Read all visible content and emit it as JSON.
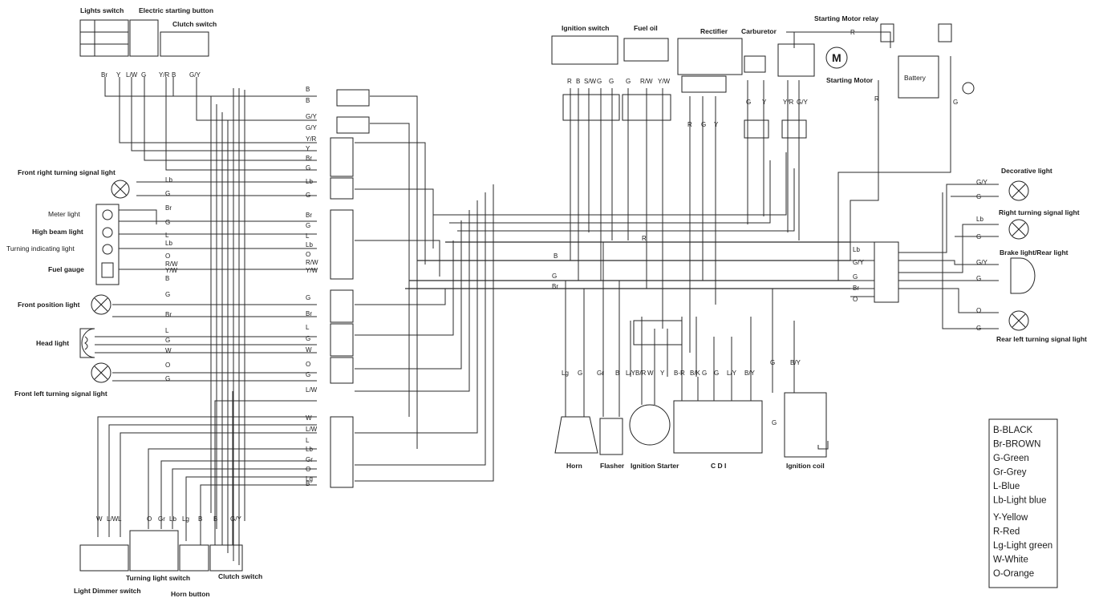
{
  "components": {
    "lights_switch": "Lights switch",
    "electric_starting_button": "Electric starting button",
    "clutch_switch_top": "Clutch switch",
    "ignition_switch": "Ignition switch",
    "fuel_oil": "Fuel oil",
    "rectifier": "Rectifier",
    "carburetor": "Carburetor",
    "starting_motor_relay": "Starting Motor relay",
    "starting_motor": "Starting Motor",
    "battery": "Battery",
    "front_right_turning_signal": "Front right turning signal light",
    "meter_light": "Meter light",
    "high_beam_light": "High beam light",
    "turning_indicating_light": "Turning indicating light",
    "fuel_gauge": "Fuel gauge",
    "front_position_light": "Front position light",
    "head_light": "Head light",
    "front_left_turning_signal": "Front left turning signal light",
    "decorative_light": "Decorative light",
    "right_turning_signal": "Right turning signal light",
    "brake_rear_light": "Brake light/Rear light",
    "rear_left_turning_signal": "Rear left turning signal light",
    "horn": "Horn",
    "flasher": "Flasher",
    "ignition_starter": "Ignition Starter",
    "cdi": "C D I",
    "ignition_coil": "Ignition coil",
    "turning_light_switch": "Turning light switch",
    "clutch_switch_bottom": "Clutch switch",
    "light_dimmer_switch": "Light Dimmer switch",
    "horn_button": "Horn button",
    "relay_symbol": "M"
  },
  "wire_codes": {
    "top_left": [
      "Br",
      "Y",
      "L/W",
      "G",
      "Y/R",
      "B",
      "G/Y"
    ],
    "ignition": [
      "R",
      "B",
      "S/W",
      "G",
      "G"
    ],
    "fuel": [
      "G",
      "R/W",
      "Y/W"
    ],
    "rectifier": [
      "R",
      "G",
      "Y"
    ],
    "carb": [
      "G",
      "Y"
    ],
    "relay": [
      "Y/R",
      "G/Y"
    ],
    "relay_r": "R",
    "battery_r": "R",
    "battery_g": "G",
    "connector_col": [
      "B",
      "B",
      "G/Y",
      "G/Y",
      "Y/R",
      "Y",
      "Br",
      "G",
      "Lb",
      "G",
      "Br",
      "G",
      "L",
      "Lb",
      "O",
      "R/W",
      "Y/W",
      "G",
      "Br",
      "L",
      "G",
      "W",
      "O",
      "G",
      "L/W"
    ],
    "lower_col": [
      "W",
      "L/W",
      "L",
      "Lb",
      "Gr",
      "O",
      "Lg",
      "B"
    ],
    "left_feed": [
      "Lb",
      "G",
      "Br",
      "G",
      "L",
      "Lb",
      "O",
      "R/W",
      "Y/W",
      "B",
      "G",
      "Br",
      "L",
      "G",
      "W",
      "O",
      "G"
    ],
    "bottom": [
      "W",
      "L/W",
      "L",
      "O",
      "Gr",
      "Lb",
      "Lg",
      "B",
      "B",
      "G/Y"
    ],
    "mid_bus": [
      "R",
      "B",
      "G",
      "Br"
    ],
    "lower_mid": [
      "Lg",
      "G",
      "Gr",
      "B",
      "L/Y",
      "B/R",
      "W",
      "Y",
      "B-R",
      "B/K",
      "G",
      "G",
      "L/Y",
      "B/Y",
      "G",
      "B/Y"
    ],
    "right_conn": [
      "Lb",
      "G/Y",
      "G",
      "Br",
      "O"
    ],
    "right_side": [
      "G/Y",
      "G",
      "Lb",
      "G",
      "G/Y",
      "G",
      "O",
      "G"
    ],
    "coil_g": "G"
  },
  "legend": [
    "B-BLACK",
    "Br-BROWN",
    "G-Green",
    "Gr-Grey",
    "L-Blue",
    "Lb-Light blue",
    "Y-Yellow",
    "R-Red",
    "Lg-Light green",
    "W-White",
    "O-Orange"
  ]
}
